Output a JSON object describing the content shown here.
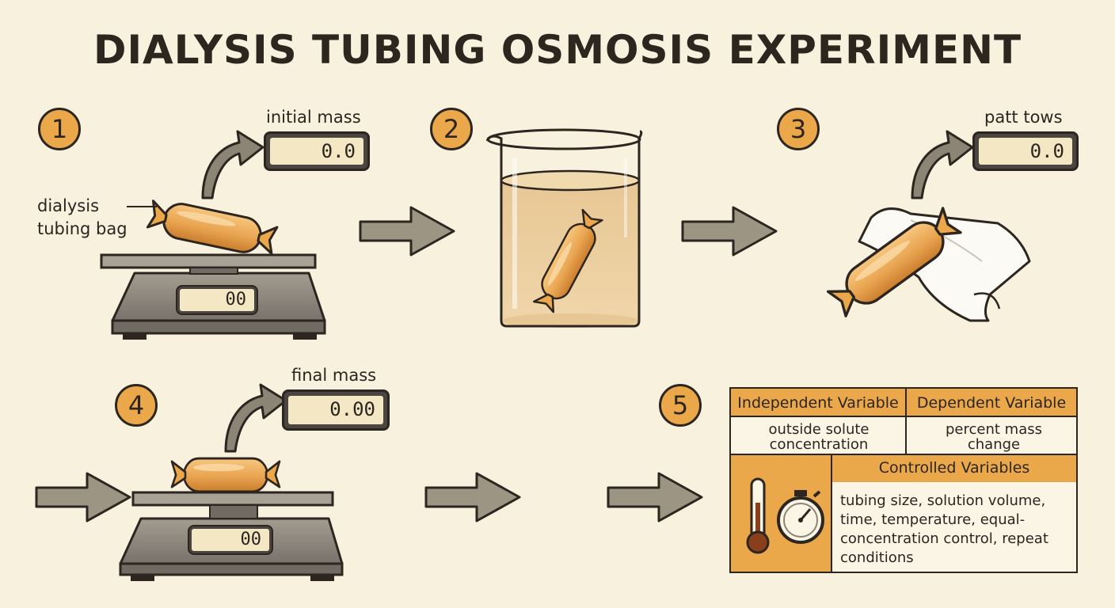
{
  "title": "DIALYSIS TUBING OSMOSIS EXPERIMENT",
  "steps": [
    {
      "number": "1",
      "label": "initial mass",
      "display": "0.0",
      "scale_display": "00",
      "callout": "dialysis tubing bag"
    },
    {
      "number": "2"
    },
    {
      "number": "3",
      "label": "patt tows",
      "display": "0.0"
    },
    {
      "number": "4",
      "label": "final mass",
      "display": "0.00",
      "scale_display": "00"
    },
    {
      "number": "5"
    }
  ],
  "variables": {
    "independent_header": "Independent Variable",
    "independent_value": "outside solute concentration",
    "dependent_header": "Dependent Variable",
    "dependent_value": "percent mass change",
    "controlled_header": "Controlled Variables",
    "controlled_value": "tubing size, solution volume, time, temperature, equal-concentration control, repeat conditions"
  },
  "colors": {
    "background": "#f8f1de",
    "accent": "#eba84a",
    "bag": "#e9a450",
    "outline": "#2d2520"
  },
  "icons": [
    "thermometer-icon",
    "stopwatch-icon"
  ]
}
